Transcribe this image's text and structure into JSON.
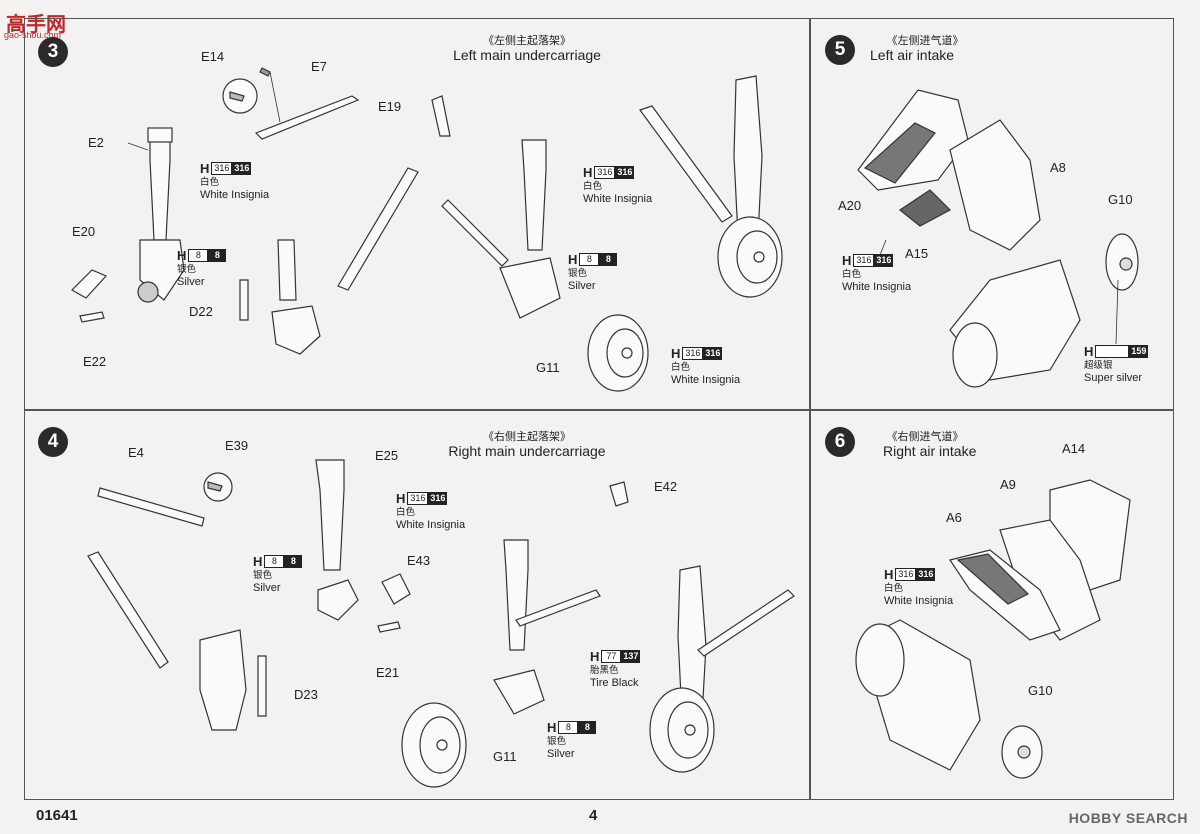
{
  "logo": {
    "text": "高手网",
    "sub": "gao-shou.com"
  },
  "steps": [
    {
      "number": "3",
      "title_cn": "《左侧主起落架》",
      "title_en": "Left main undercarriage",
      "parts": [
        "E14",
        "E7",
        "E19",
        "E2",
        "E20",
        "E22",
        "D22",
        "G11"
      ],
      "paints": [
        {
          "h": "H",
          "code1": "316",
          "code2": "316",
          "cn": "白色",
          "en": "White Insignia"
        },
        {
          "h": "H",
          "code1": "8",
          "code2": "8",
          "cn": "银色",
          "en": "Silver"
        },
        {
          "h": "H",
          "code1": "316",
          "code2": "316",
          "cn": "白色",
          "en": "White Insignia"
        },
        {
          "h": "H",
          "code1": "8",
          "code2": "8",
          "cn": "银色",
          "en": "Silver"
        },
        {
          "h": "H",
          "code1": "316",
          "code2": "316",
          "cn": "白色",
          "en": "White Insignia"
        }
      ]
    },
    {
      "number": "5",
      "title_cn": "《左侧进气道》",
      "title_en": "Left air intake",
      "parts": [
        "A8",
        "A20",
        "A15",
        "G10"
      ],
      "paints": [
        {
          "h": "H",
          "code1": "316",
          "code2": "316",
          "cn": "白色",
          "en": "White Insignia"
        },
        {
          "h": "H",
          "code1": "",
          "code2": "159",
          "cn": "超级银",
          "en": "Super silver"
        }
      ]
    },
    {
      "number": "4",
      "title_cn": "《右侧主起落架》",
      "title_en": "Right main undercarriage",
      "parts": [
        "E4",
        "E39",
        "E25",
        "E43",
        "E21",
        "D23",
        "E42",
        "G11"
      ],
      "paints": [
        {
          "h": "H",
          "code1": "316",
          "code2": "316",
          "cn": "白色",
          "en": "White Insignia"
        },
        {
          "h": "H",
          "code1": "8",
          "code2": "8",
          "cn": "银色",
          "en": "Silver"
        },
        {
          "h": "H",
          "code1": "77",
          "code2": "137",
          "cn": "胎黑色",
          "en": "Tire Black"
        },
        {
          "h": "H",
          "code1": "8",
          "code2": "8",
          "cn": "银色",
          "en": "Silver"
        }
      ]
    },
    {
      "number": "6",
      "title_cn": "《右侧进气道》",
      "title_en": "Right air intake",
      "parts": [
        "A14",
        "A9",
        "A6",
        "G10"
      ],
      "paints": [
        {
          "h": "H",
          "code1": "316",
          "code2": "316",
          "cn": "白色",
          "en": "White Insignia"
        }
      ]
    }
  ],
  "footer": {
    "kit_number": "01641",
    "page": "4",
    "watermark": "HOBBY SEARCH"
  }
}
